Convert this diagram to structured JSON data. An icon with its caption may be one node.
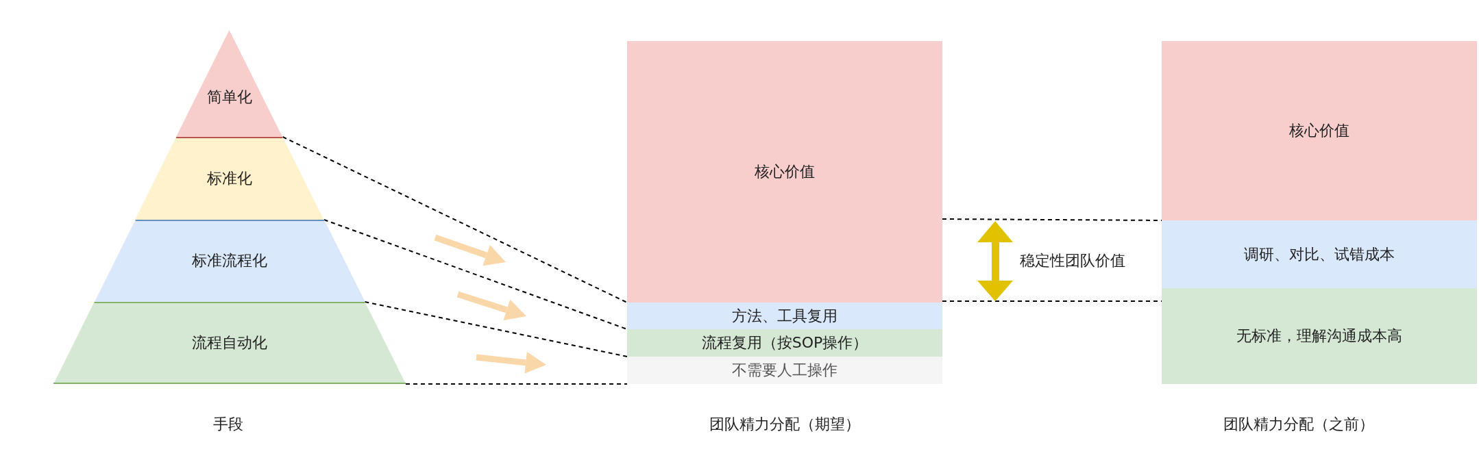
{
  "diagram": {
    "nodes": [
      {
        "text": [
          "简单化"
        ]
      },
      {
        "text": [
          "标准化"
        ]
      },
      {
        "text": [
          "标准流程化"
        ]
      },
      {
        "text": [
          "流程自动化"
        ]
      },
      {
        "text": [
          "核心价值"
        ]
      },
      {
        "text": [
          "方法、工具复用"
        ]
      },
      {
        "text": [
          "流程复用（按SOP操作）"
        ]
      },
      {
        "text": [
          "不需要人工操作"
        ]
      },
      {
        "text": [
          "核心价值"
        ]
      },
      {
        "text": [
          "调研、对比、试错成本"
        ]
      },
      {
        "text": [
          "无标准，理解沟通成本高"
        ]
      }
    ],
    "edges": [
      {
        "from": 0,
        "to": 5,
        "arrow": "none",
        "style": "dashed"
      },
      {
        "from": 1,
        "to": 6,
        "arrow": "none",
        "style": "dashed"
      },
      {
        "from": 2,
        "to": 7,
        "arrow": "none",
        "style": "dashed"
      },
      {
        "from": 3,
        "to": 7,
        "arrow": "none",
        "style": "dashed"
      },
      {
        "from": 4,
        "to": 9,
        "arrow": "none",
        "style": "dashed"
      },
      {
        "from": 5,
        "to": 10,
        "arrow": "none",
        "style": "dashed"
      }
    ],
    "labels": [
      "稳定性团队价值",
      "手段",
      "团队精力分配（期望）",
      "团队精力分配（之前）"
    ]
  }
}
